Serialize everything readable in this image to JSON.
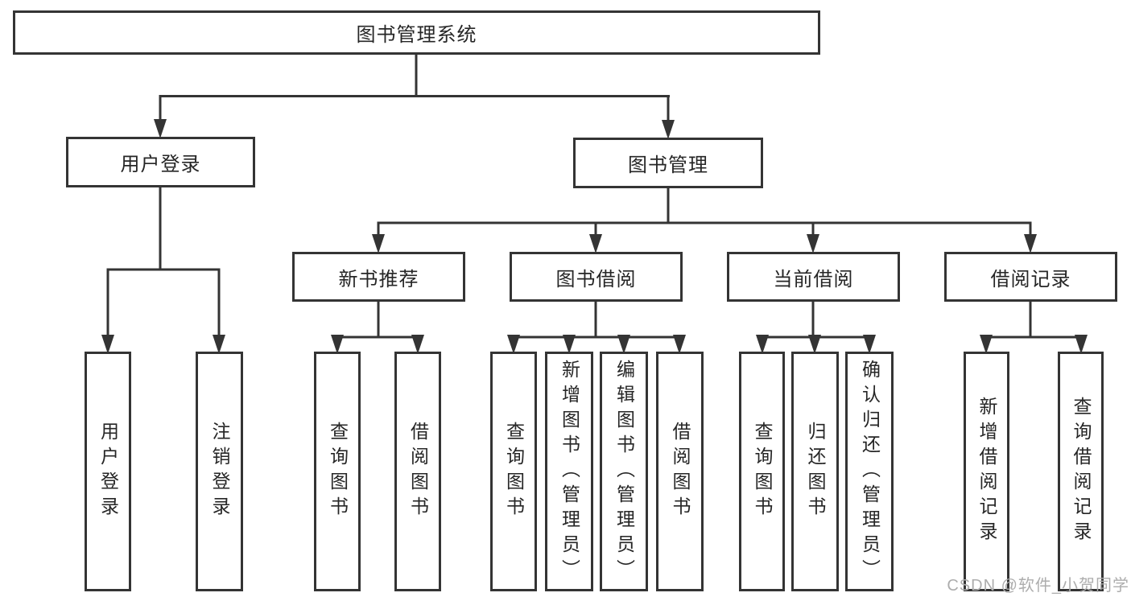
{
  "nodes": {
    "root": "图书管理系统",
    "user_login": "用户登录",
    "book_management": "图书管理",
    "new_book_recommend": "新书推荐",
    "book_borrowing": "图书借阅",
    "current_borrowing": "当前借阅",
    "borrowing_records": "借阅记录",
    "leaf_user_login": "用户登录",
    "leaf_logout": "注销登录",
    "leaf_nb_query_books": "查询图书",
    "leaf_nb_borrow_books": "借阅图书",
    "leaf_bb_query_books": "查询图书",
    "leaf_bb_add_books": "新增图书（管理员）",
    "leaf_bb_edit_books": "编辑图书（管理员）",
    "leaf_bb_borrow_books": "借阅图书",
    "leaf_cb_query_books": "查询图书",
    "leaf_cb_return_books": "归还图书",
    "leaf_cb_confirm_return": "确认归还（管理员）",
    "leaf_br_add_record": "新增借阅记录",
    "leaf_br_query_record": "查询借阅记录"
  },
  "watermark": "CSDN @软件_小贺同学",
  "colors": {
    "line": "#343434",
    "text": "#262626",
    "background": "#ffffff",
    "watermark": "#adadad"
  }
}
